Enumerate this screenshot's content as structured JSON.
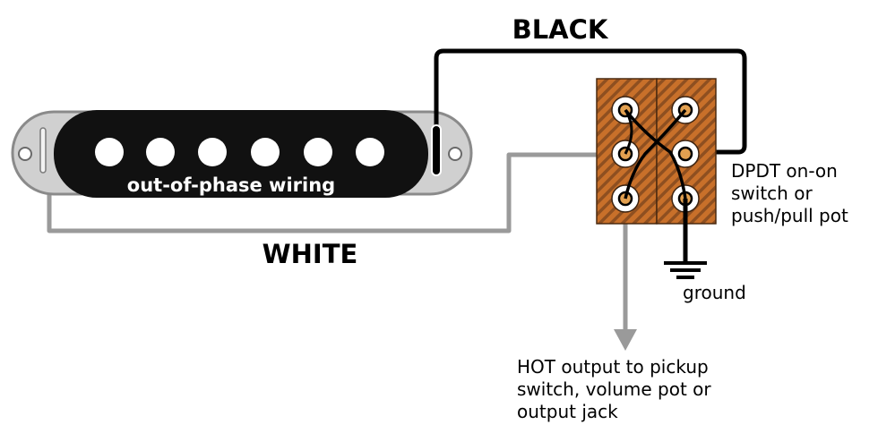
{
  "labels": {
    "black": "BLACK",
    "white": "WHITE",
    "pickup": "out-of-phase wiring",
    "switch_lines": [
      "DPDT on-on",
      "switch or",
      "push/pull pot"
    ],
    "ground": "ground",
    "hot_lines": [
      "HOT output to pickup",
      "switch, volume pot or",
      "output jack"
    ]
  },
  "colors": {
    "black_wire": "#000000",
    "white_wire": "#9a9a9a",
    "switch_body": "#c8702a",
    "switch_hatch": "#8a4a1a",
    "pickup_body": "#111111",
    "pickup_outer": "#c9c9c9"
  }
}
